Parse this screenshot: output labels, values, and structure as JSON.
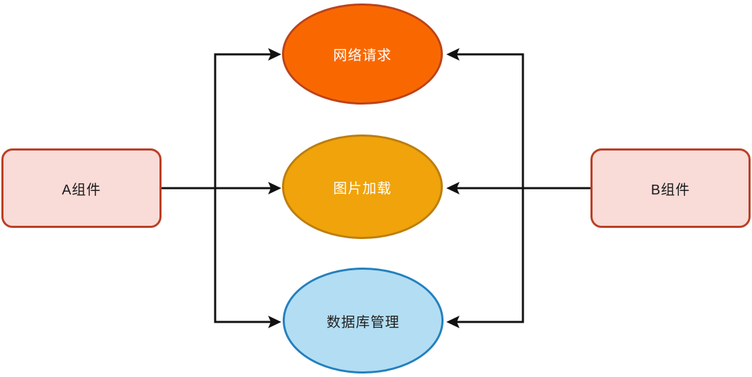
{
  "diagram": {
    "background_color": "#ffffff",
    "nodes": {
      "component_a": {
        "label": "A组件",
        "shape": "rounded-rectangle",
        "fill": "#f9dbd7",
        "border_color": "#ba3f25",
        "text_color": "#1a1a1a"
      },
      "component_b": {
        "label": "B组件",
        "shape": "rounded-rectangle",
        "fill": "#f9dbd7",
        "border_color": "#ba3f25",
        "text_color": "#1a1a1a"
      },
      "network_request": {
        "label": "网络请求",
        "shape": "ellipse",
        "fill": "#f96800",
        "border_color": "#bc431b",
        "text_color": "#ffffff"
      },
      "image_loading": {
        "label": "图片加载",
        "shape": "ellipse",
        "fill": "#f0a30a",
        "border_color": "#bc7e0e",
        "text_color": "#ffffff"
      },
      "database_management": {
        "label": "数据库管理",
        "shape": "ellipse",
        "fill": "#b3ddf2",
        "border_color": "#2380bf",
        "text_color": "#1f1f1f"
      }
    },
    "edges": [
      {
        "from": "component_a",
        "to": "network_request"
      },
      {
        "from": "component_a",
        "to": "image_loading"
      },
      {
        "from": "component_a",
        "to": "database_management"
      },
      {
        "from": "component_b",
        "to": "network_request"
      },
      {
        "from": "component_b",
        "to": "image_loading"
      },
      {
        "from": "component_b",
        "to": "database_management"
      }
    ],
    "edge_style": {
      "color": "#111111",
      "width": 3,
      "arrowhead": "filled-barbed-triangle"
    }
  }
}
